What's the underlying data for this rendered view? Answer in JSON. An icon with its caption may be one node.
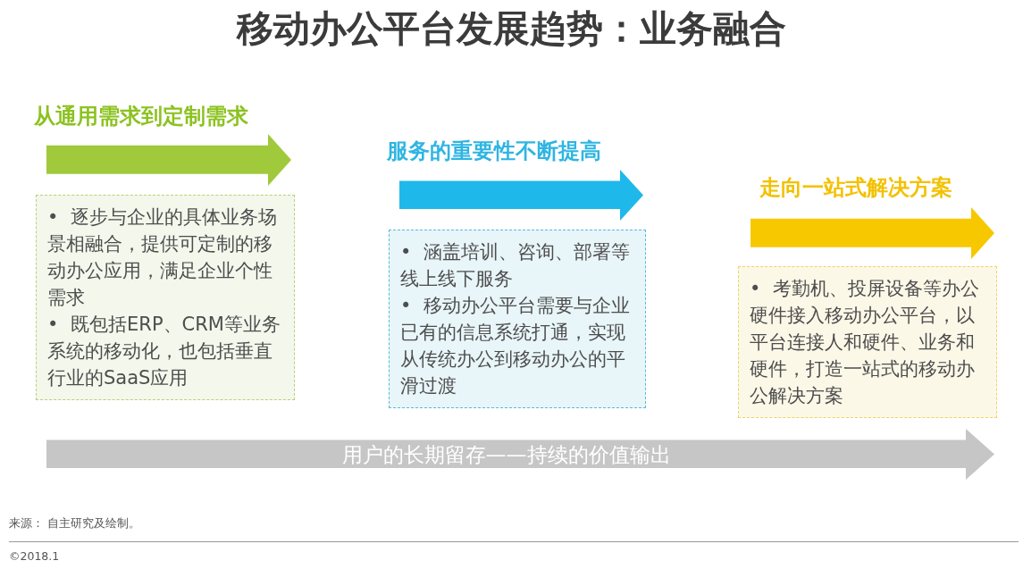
{
  "diagram": {
    "title": "移动办公平台发展趋势：业务融合",
    "nodes": [
      {
        "text": [
          "• 逐步与企业的具体业务场景相融合，提供可定制的移动办公应用，满足企业个性需求",
          "• 既包括ERP、CRM等业务系统的移动化，也包括垂直行业的SaaS应用"
        ],
        "beside": [
          "从通用需求到定制需求"
        ]
      },
      {
        "text": [
          "• 涵盖培训、咨询、部署等线上线下服务",
          "• 移动办公平台需要与企业已有的信息系统打通，实现从传统办公到移动办公的平滑过渡"
        ],
        "beside": [
          "服务的重要性不断提高"
        ]
      },
      {
        "text": [
          "• 考勤机、投屏设备等办公硬件接入移动办公平台，以平台连接人和硬件、业务和硬件，打造一站式的移动办公解决方案"
        ],
        "beside": [
          "走向一站式解决方案"
        ]
      },
      {
        "text": [
          "用户的长期留存——持续的价值输出"
        ]
      }
    ],
    "labels": [
      "来源： 自主研究及绘制。",
      "©2018.1"
    ]
  }
}
